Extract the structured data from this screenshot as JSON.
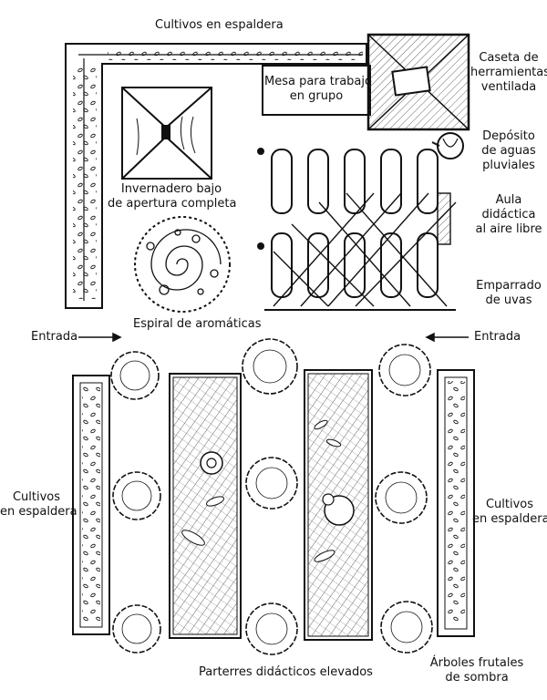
{
  "title": "Plano de huerto escolar",
  "labels": {
    "espaldera_top": "Cultivos en espaldera",
    "mesa": [
      "Mesa para trabajo",
      "en grupo"
    ],
    "caseta": [
      "Caseta de",
      "herramientas",
      "ventilada"
    ],
    "deposito": [
      "Depósito",
      "de aguas",
      "pluviales"
    ],
    "invernadero": [
      "Invernadero bajo",
      "de apertura completa"
    ],
    "aula": [
      "Aula",
      "didáctica",
      "al aire libre"
    ],
    "emparrado": [
      "Emparrado",
      "de uvas"
    ],
    "espiral": "Espiral de aromáticas",
    "entrada_left": "Entrada",
    "entrada_right": "Entrada",
    "espaldera_left": [
      "Cultivos",
      "en espaldera"
    ],
    "espaldera_right": [
      "Cultivos",
      "en espaldera"
    ],
    "parterres": "Parterres didácticos elevados",
    "arboles": [
      "Árboles frutales",
      "de sombra"
    ]
  },
  "colors": {
    "ink": "#111111",
    "paper": "#ffffff",
    "hatch": "#555555"
  }
}
